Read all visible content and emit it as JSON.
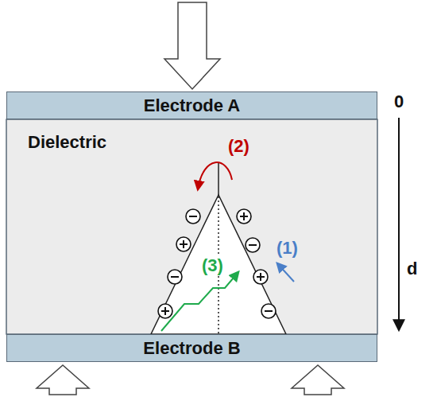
{
  "diagram": {
    "nodes": [
      {
        "text": [
          "Electrode A"
        ]
      },
      {
        "text": [
          "Dielectric"
        ]
      },
      {
        "text": [
          "Electrode B"
        ]
      }
    ],
    "labels": [
      "(2)",
      "(1)",
      "(3)",
      "0",
      "d"
    ]
  }
}
